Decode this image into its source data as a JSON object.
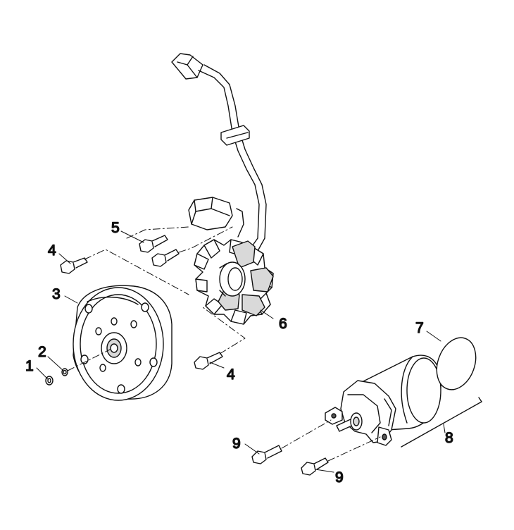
{
  "diagram": {
    "callouts": [
      {
        "id": "1",
        "label": "1"
      },
      {
        "id": "2",
        "label": "2"
      },
      {
        "id": "3",
        "label": "3"
      },
      {
        "id": "4a",
        "label": "4"
      },
      {
        "id": "4b",
        "label": "4"
      },
      {
        "id": "5",
        "label": "5"
      },
      {
        "id": "6",
        "label": "6"
      },
      {
        "id": "7",
        "label": "7"
      },
      {
        "id": "8",
        "label": "8"
      },
      {
        "id": "9a",
        "label": "9"
      },
      {
        "id": "9b",
        "label": "9"
      }
    ]
  },
  "colors": {
    "line": "#111111",
    "shade": "#d9d9d9",
    "dark": "#555555",
    "background": "#ffffff"
  }
}
